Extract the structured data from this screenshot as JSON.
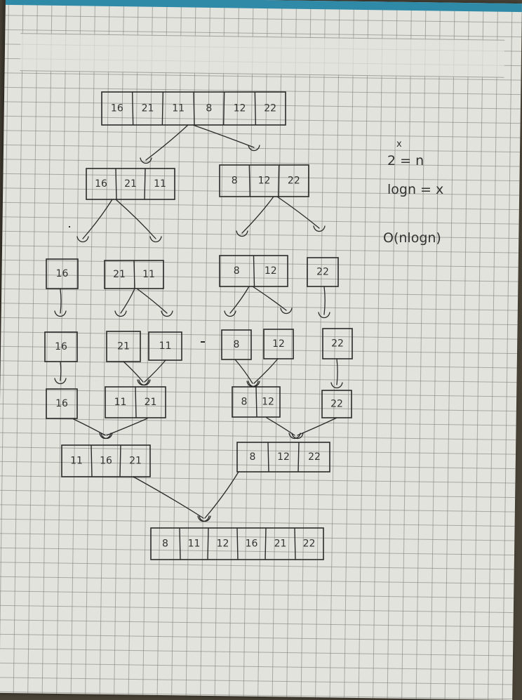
{
  "diagram": {
    "arrays": [
      {
        "id": "root",
        "values": [
          "16",
          "21",
          "11",
          "8",
          "12",
          "22"
        ]
      },
      {
        "id": "left-half",
        "values": [
          "16",
          "21",
          "11"
        ]
      },
      {
        "id": "right-half",
        "values": [
          "8",
          "12",
          "22"
        ]
      },
      {
        "id": "split-16",
        "values": [
          "16"
        ]
      },
      {
        "id": "split-21-11",
        "values": [
          "21",
          "11"
        ]
      },
      {
        "id": "split-8-12",
        "values": [
          "8",
          "12"
        ]
      },
      {
        "id": "split-22",
        "values": [
          "22"
        ]
      },
      {
        "id": "single-16",
        "values": [
          "16"
        ]
      },
      {
        "id": "single-21",
        "values": [
          "21"
        ]
      },
      {
        "id": "single-11",
        "values": [
          "11"
        ]
      },
      {
        "id": "single-8",
        "values": [
          "8"
        ]
      },
      {
        "id": "single-12",
        "values": [
          "12"
        ]
      },
      {
        "id": "single-22",
        "values": [
          "22"
        ]
      },
      {
        "id": "merged-16",
        "values": [
          "16"
        ]
      },
      {
        "id": "merged-11-21",
        "values": [
          "11",
          "21"
        ]
      },
      {
        "id": "merged-8-12",
        "values": [
          "8",
          "12"
        ]
      },
      {
        "id": "merged-22",
        "values": [
          "22"
        ]
      },
      {
        "id": "merged-left",
        "values": [
          "11",
          "16",
          "21"
        ]
      },
      {
        "id": "merged-right",
        "values": [
          "8",
          "12",
          "22"
        ]
      },
      {
        "id": "sorted",
        "values": [
          "8",
          "11",
          "12",
          "16",
          "21",
          "22"
        ]
      }
    ],
    "notes": {
      "exponent": "x",
      "equation1": "2 = n",
      "equation2": "logn = x",
      "complexity": "O(nlogn)"
    }
  }
}
